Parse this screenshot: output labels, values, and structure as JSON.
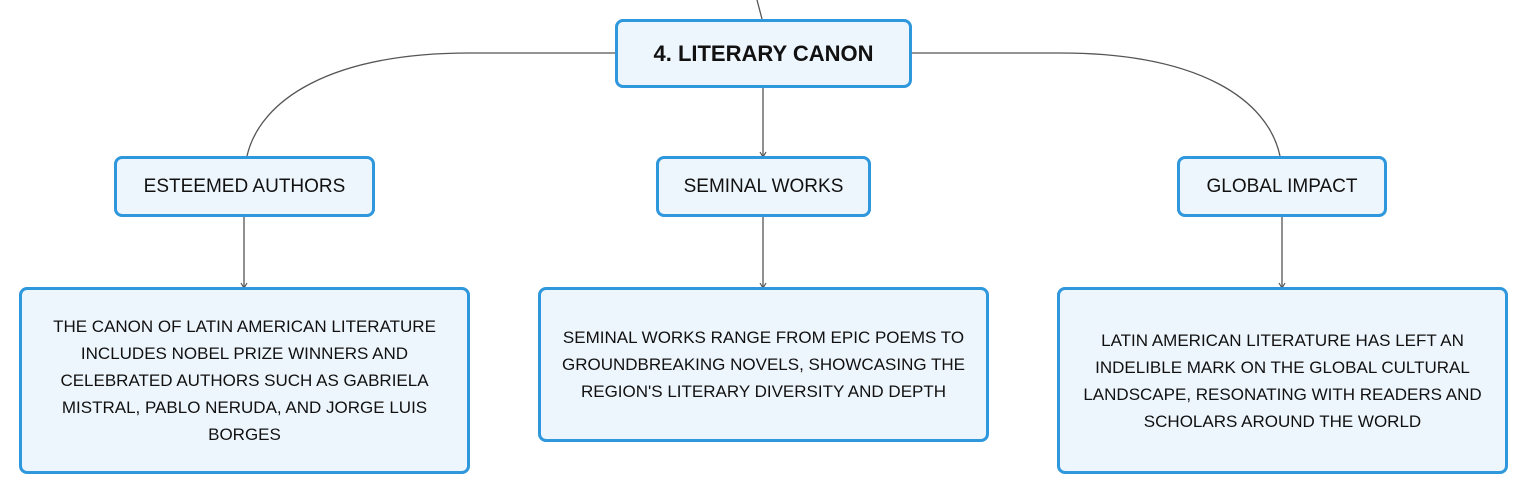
{
  "root": {
    "label": "4. LITERARY CANON"
  },
  "branches": [
    {
      "label": "ESTEEMED AUTHORS",
      "detail": "THE CANON OF LATIN AMERICAN LITERATURE INCLUDES NOBEL PRIZE WINNERS AND CELEBRATED AUTHORS SUCH AS GABRIELA MISTRAL, PABLO NERUDA, AND JORGE LUIS BORGES"
    },
    {
      "label": "SEMINAL WORKS",
      "detail": "SEMINAL WORKS RANGE FROM EPIC POEMS TO GROUNDBREAKING NOVELS, SHOWCASING THE REGION'S LITERARY DIVERSITY AND DEPTH"
    },
    {
      "label": "GLOBAL IMPACT",
      "detail": "LATIN AMERICAN LITERATURE HAS LEFT AN INDELIBLE MARK ON THE GLOBAL CULTURAL LANDSCAPE, RESONATING WITH READERS AND SCHOLARS AROUND THE WORLD"
    }
  ],
  "colors": {
    "node_border": "#2f97dc",
    "node_fill": "#eef6fd",
    "connector": "#555555"
  }
}
